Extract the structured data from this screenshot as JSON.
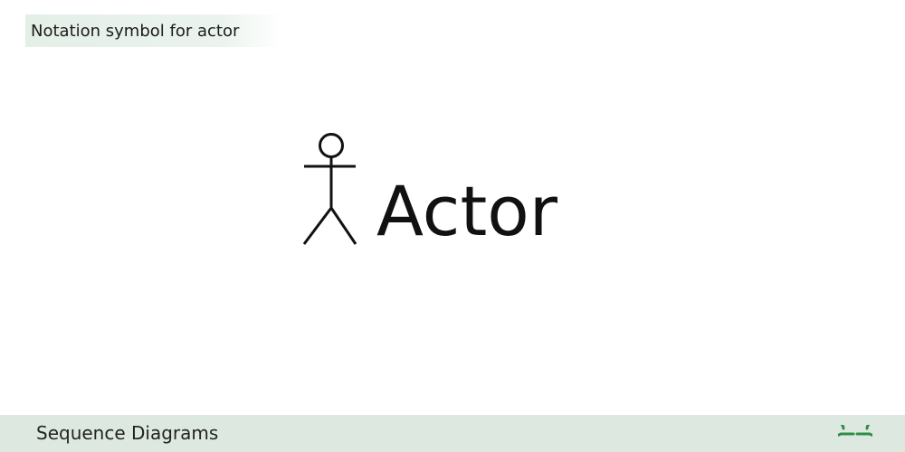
{
  "header": {
    "label": "Notation symbol for actor"
  },
  "diagram": {
    "actor_label": "Actor",
    "symbol_icon": "stick-figure-icon"
  },
  "footer": {
    "title": "Sequence Diagrams",
    "logo_icon": "gfg-logo-icon",
    "logo_color": "#2f8d46"
  },
  "colors": {
    "header_background": "#e4efe8",
    "footer_background": "#dde9e0",
    "ink": "#111111"
  }
}
